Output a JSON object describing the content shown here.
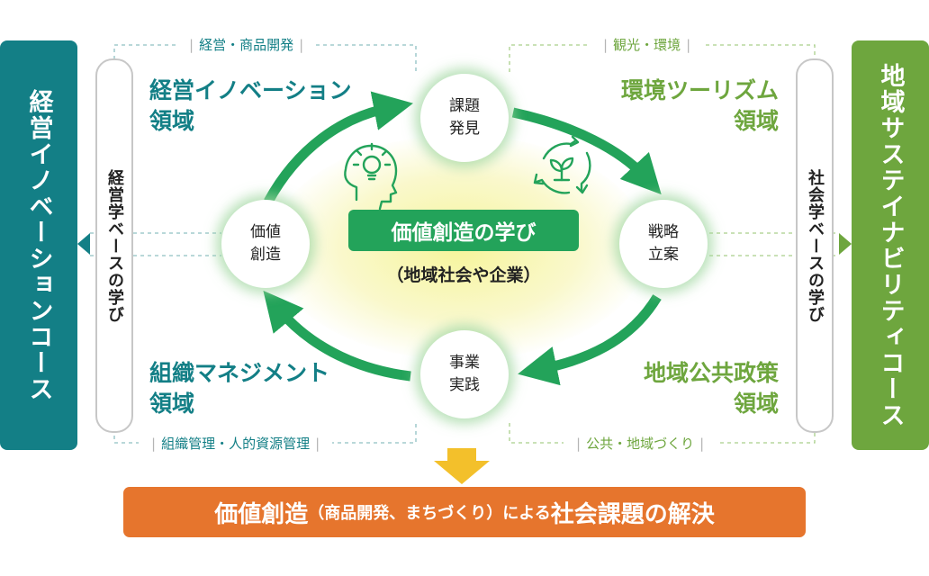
{
  "courses": {
    "left": "経営イノベーションコース",
    "right": "地域サステイナビリティコース"
  },
  "foundations": {
    "left": "経営学ベースの学び",
    "right": "社会学ベースの学び"
  },
  "tags": {
    "top_left": "経営・商品開発",
    "top_right": "観光・環境",
    "bottom_left": "組織管理・人的資源管理",
    "bottom_right": "公共・地域づくり"
  },
  "domains": {
    "top_left": {
      "line1": "経営イノベーション",
      "line2": "領域"
    },
    "top_right": {
      "line1": "環境ツーリズム",
      "line2": "領域"
    },
    "bottom_left": {
      "line1": "組織マネジメント",
      "line2": "領域"
    },
    "bottom_right": {
      "line1": "地域公共政策",
      "line2": "領域"
    }
  },
  "cycle": {
    "top": {
      "line1": "課題",
      "line2": "発見"
    },
    "right": {
      "line1": "戦略",
      "line2": "立案"
    },
    "bottom": {
      "line1": "事業",
      "line2": "実践"
    },
    "left": {
      "line1": "価値",
      "line2": "創造"
    }
  },
  "center": {
    "title": "価値創造の学び",
    "subtitle": "（地域社会や企業）"
  },
  "result": {
    "part1": "価値創造",
    "part2": "（商品開発、まちづくり）",
    "part3": "による",
    "part4": "社会課題の解決"
  },
  "colors": {
    "teal": "#137f86",
    "green": "#6ea63e",
    "cycle_green": "#23a35a",
    "orange": "#e6752d",
    "yellow": "#f3c02b"
  },
  "icons": [
    "lightbulb-head-icon",
    "recycle-sprout-icon"
  ]
}
